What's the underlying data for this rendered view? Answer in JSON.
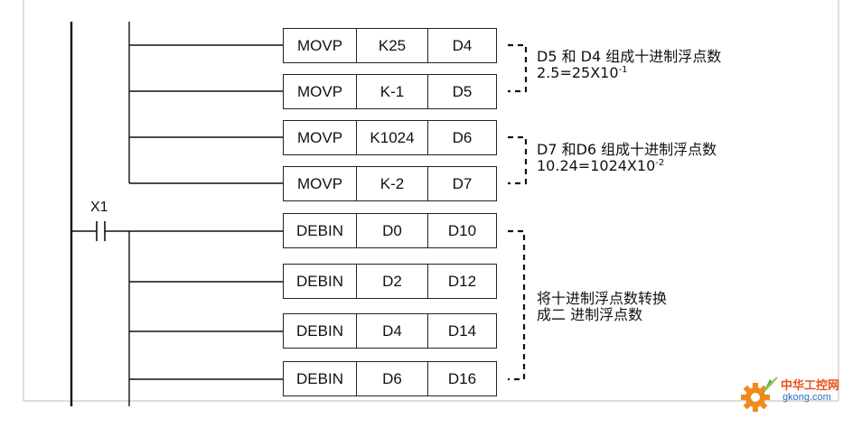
{
  "instructions": [
    {
      "op": "MOVP",
      "a": "K25",
      "b": "D4"
    },
    {
      "op": "MOVP",
      "a": "K-1",
      "b": "D5"
    },
    {
      "op": "MOVP",
      "a": "K1024",
      "b": "D6"
    },
    {
      "op": "MOVP",
      "a": "K-2",
      "b": "D7"
    },
    {
      "op": "DEBIN",
      "a": "D0",
      "b": "D10"
    },
    {
      "op": "DEBIN",
      "a": "D2",
      "b": "D12"
    },
    {
      "op": "DEBIN",
      "a": "D4",
      "b": "D14"
    },
    {
      "op": "DEBIN",
      "a": "D6",
      "b": "D16"
    }
  ],
  "contact_label": "X1",
  "notes": {
    "note1": {
      "line1": "D5 和  D4 组成十进制浮点数",
      "line2_base": "2.5=25X10",
      "line2_exp": "-1"
    },
    "note2": {
      "line1": "D7 和D6 组成十进制浮点数",
      "line2_base": "10.24=1024X10",
      "line2_exp": "-2"
    },
    "note3": {
      "line1": "将十进制浮点数转换",
      "line2": "成二 进制浮点数"
    }
  },
  "watermark": {
    "name": "中华工控网",
    "url": "gkong.com"
  }
}
